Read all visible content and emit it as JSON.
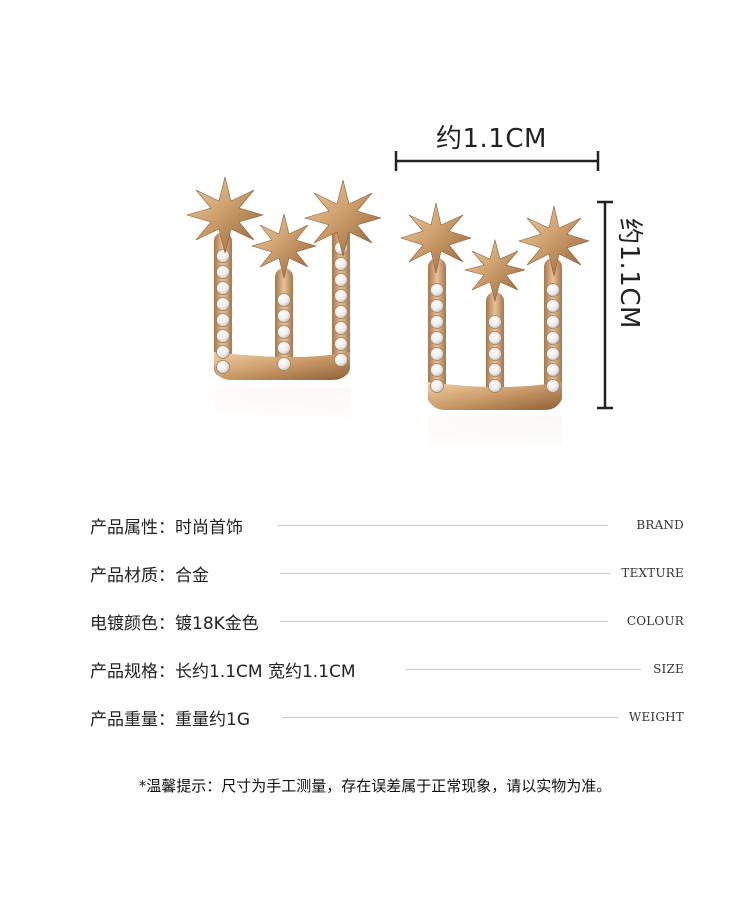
{
  "dimensions": {
    "width_label": "约1.1CM",
    "height_label": "约1.1CM"
  },
  "specs": [
    {
      "label": "产品属性：时尚首饰",
      "en": "BRAND"
    },
    {
      "label": "产品材质：合金",
      "en": "TEXTURE"
    },
    {
      "label": "电镀颜色：镀18K金色",
      "en": "COLOUR"
    },
    {
      "label": "产品规格：长约1.1CM 宽约1.1CM",
      "en": "SIZE"
    },
    {
      "label": "产品重量：重量约1G",
      "en": "WEIGHT"
    }
  ],
  "footer": {
    "note": "*温馨提示：尺寸为手工测量，存在误差属于正常现象，请以实物为准。"
  },
  "colors": {
    "gold": "#c99a68",
    "gold_dark": "#9a6a3e",
    "crystal": "#f4f4f4",
    "line": "#c8c8c8"
  }
}
